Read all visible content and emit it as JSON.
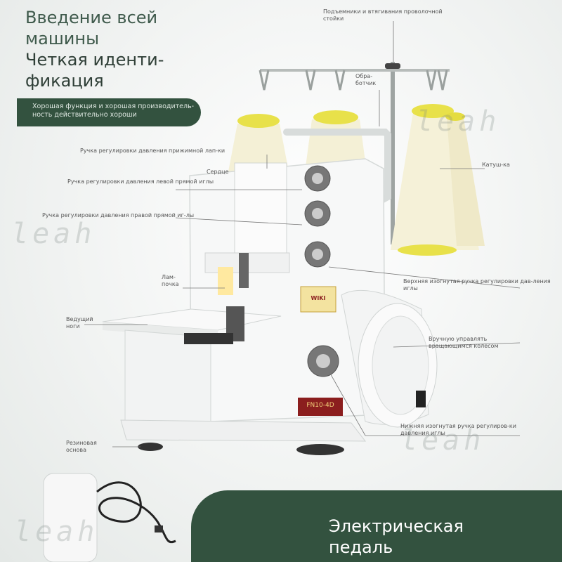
{
  "headline": {
    "line1": "Введение всей",
    "line2": "машины",
    "line3": "Четкая иденти-",
    "line4": "фикация"
  },
  "banner": {
    "text": "Хорошая функция и хорошая производитель-ность действительно хороши"
  },
  "labels": {
    "top_rod": "Подъемники и втягивания проволочной стойки",
    "processing": "Обра-ботчик",
    "foot_pressure": "Ручка регулировки давления прижимной лап-ки",
    "heart": "Сердце",
    "left_needle": "Ручка регулировки давления левой прямой иглы",
    "right_needle": "Ручка регулировки давления правой прямой иг-лы",
    "spool": "Катуш-ка",
    "lamp": "Лам-почка",
    "upper_curved": "Верхняя изогнутая ручка регулировки дав-ления иглы",
    "drive_feet": "Ведущий ноги",
    "handwheel": "Вручную управлять вращающимся колесом",
    "rubber_base": "Резиновая основа",
    "lower_curved": "Нижняя изогнутая ручка регулиров-ки давления иглы"
  },
  "badge": {
    "text": "WIKI"
  },
  "model": {
    "text": "FN10-4D"
  },
  "watermark": "leah",
  "pedal": {
    "line1": "Электрическая",
    "line2": "педаль"
  },
  "colors": {
    "accent": "#33523f",
    "headline": "#3f5a4c",
    "spool_cap": "#e8e14a",
    "cone": "#f6f2da"
  }
}
